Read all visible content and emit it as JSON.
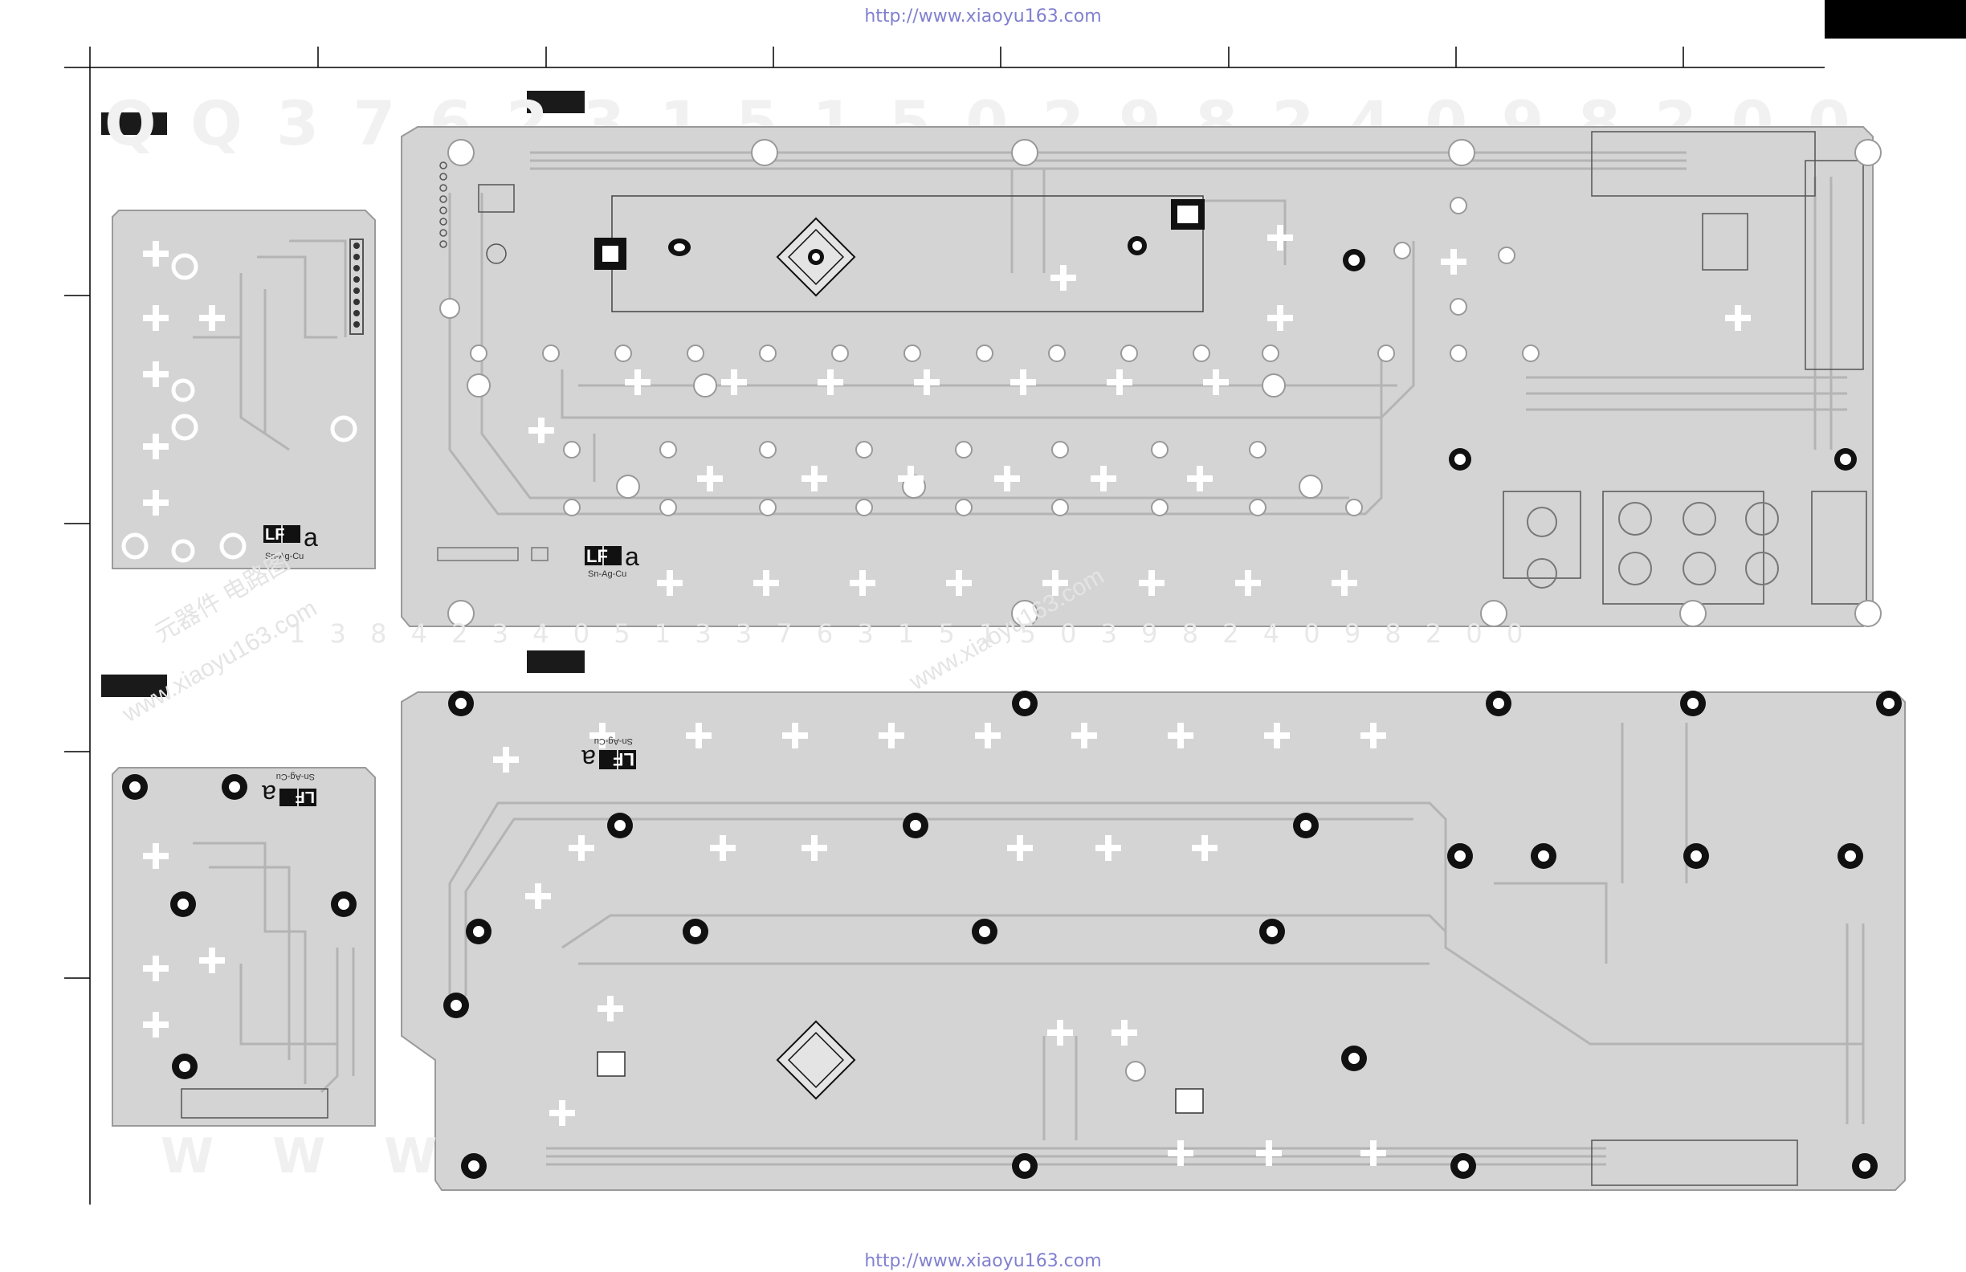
{
  "header": {
    "url_top": "http://www.xiaoyu163.com"
  },
  "footer": {
    "url_bottom": "http://www.xiaoyu163.com"
  },
  "boards": {
    "lfa_text": "LF",
    "lfa_suffix": "a",
    "solder_mark": "Sn-Ag-Cu",
    "watermark_digits_top": "Q Q  3 7 6 2 3 1 5 1 5 0       2 9 8 2 4 0 9 8 2 0 0",
    "watermark_digits_mid": "1 3 8 4 2 3 4 0 5 1 3    3 7 6 3 1 5 1 5 0    3 9 8 2 4 0 9 8 2 0 0",
    "watermark_cn": "元器件  电路图",
    "watermark_url": "www.xiaoyu163.com",
    "watermark_www": "W W W"
  },
  "colors": {
    "board_fill": "#d4d4d4",
    "trace": "#b4b4b4",
    "board_edge": "#9a9a9a",
    "accent_label": "#1a1a1a",
    "url_text": "#8080d0"
  }
}
